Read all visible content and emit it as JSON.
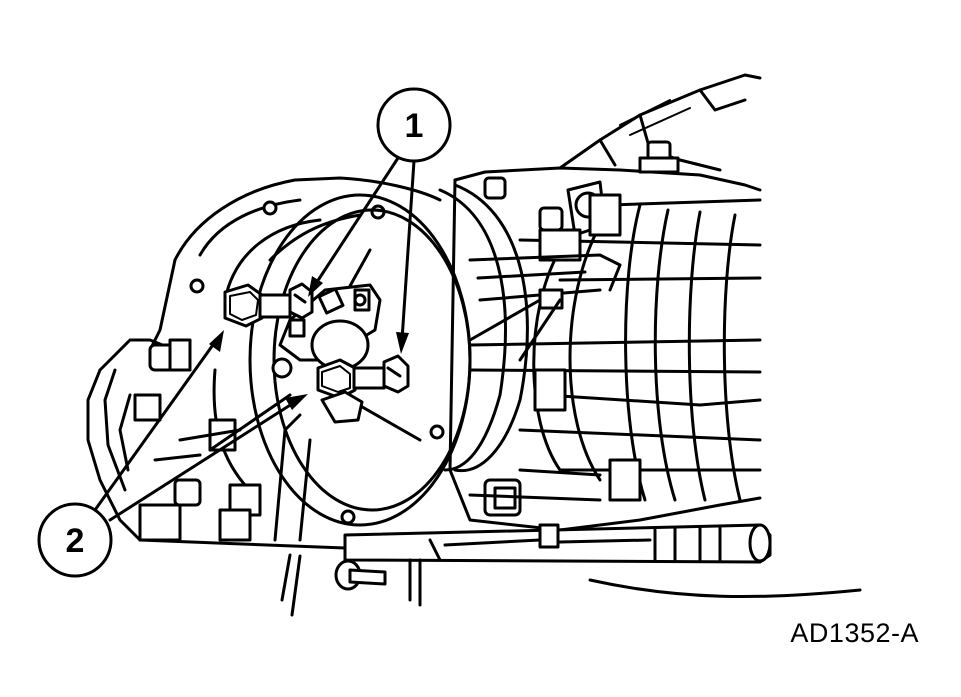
{
  "figure_id": "AD1352-A",
  "callouts": [
    {
      "label": "1"
    },
    {
      "label": "2"
    }
  ],
  "colors": {
    "line": "#000000",
    "background": "#ffffff"
  }
}
